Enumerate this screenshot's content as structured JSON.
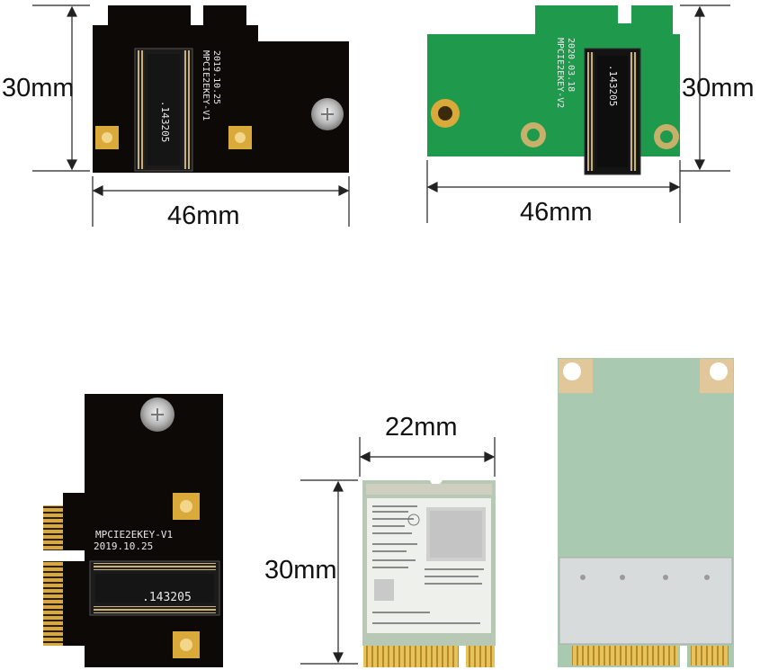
{
  "dimensions": {
    "top_left_height": "30mm",
    "top_left_width": "46mm",
    "top_right_height": "30mm",
    "top_right_width": "46mm",
    "wifi_card_width": "22mm",
    "wifi_card_height": "30mm"
  },
  "boards": {
    "black_board_label": "MPCIE2EKEY-V1",
    "black_board_date": "2019.10.25",
    "black_board_serial": ".143205",
    "green_board_label": "MPCIE2EKEY-V2",
    "green_board_date": "2020.03.18"
  },
  "colors": {
    "black_pcb": "#0d0906",
    "green_pcb": "#1f9a4c",
    "gold": "#d9a93a",
    "mint_card": "#a9c9b0",
    "shield": "#d8dbdb"
  }
}
